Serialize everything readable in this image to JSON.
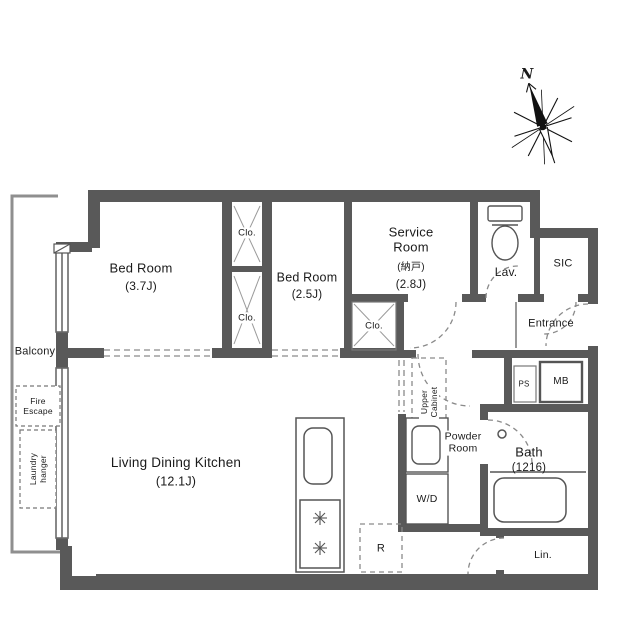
{
  "compass": {
    "north_label": "N"
  },
  "balcony": {
    "label": "Balcony",
    "fire_escape": "Fire\nEscape",
    "laundry_hanger": "Laundry\nhanger"
  },
  "rooms": {
    "bedroom_1": {
      "name": "Bed Room",
      "size": "(3.7J)"
    },
    "bedroom_2": {
      "name": "Bed Room",
      "size": "(2.5J)"
    },
    "service_room": {
      "name": "Service\nRoom",
      "alt_name": "(納戸)",
      "size": "(2.8J)"
    },
    "living_dining_kitchen": {
      "name": "Living Dining Kitchen",
      "size": "(12.1J)"
    },
    "bath": {
      "name": "Bath",
      "size": "(1216)"
    },
    "lavatory": {
      "label": "Lav."
    },
    "shoe_closet": {
      "label": "SIC"
    },
    "entrance": {
      "label": "Entrance"
    },
    "powder_room": {
      "label": "Powder\nRoom"
    },
    "washer_dryer": {
      "label": "W/D"
    },
    "refrigerator": {
      "label": "R"
    },
    "linen": {
      "label": "Lin."
    },
    "pipe_space": {
      "label": "PS"
    },
    "meter_box": {
      "label": "MB"
    },
    "upper_cabinet": {
      "label": "Upper\nCabinet"
    },
    "closet_1": {
      "label": "Clo."
    },
    "closet_2": {
      "label": "Clo."
    },
    "closet_3": {
      "label": "Clo."
    }
  },
  "colors": {
    "wall": "#595959",
    "line": "#555555",
    "dashed": "#8a8a8a",
    "text": "#1a1a1a"
  }
}
